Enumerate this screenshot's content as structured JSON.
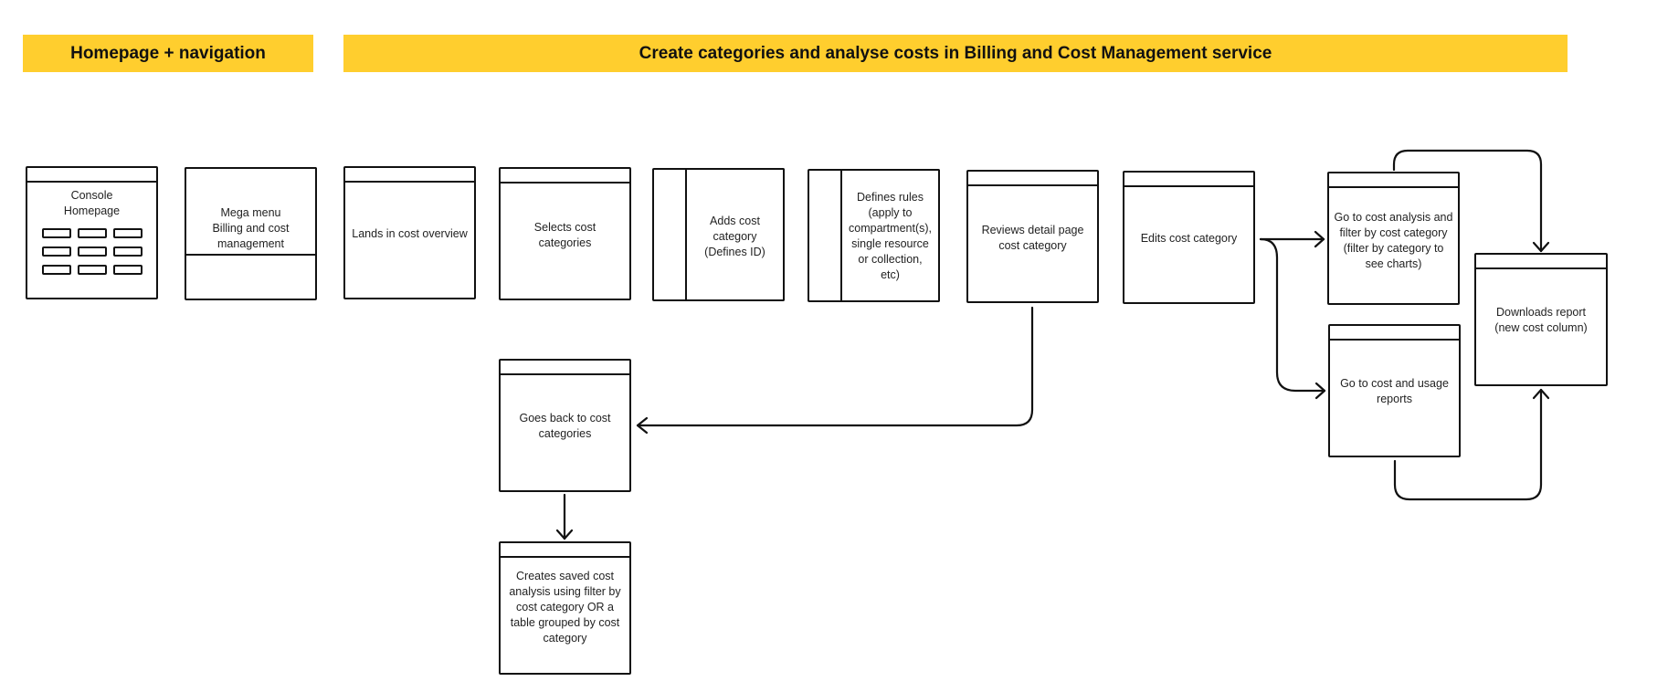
{
  "sections": {
    "homepage_nav": "Homepage + navigation",
    "billing": "Create categories and analyse costs in Billing and Cost Management service"
  },
  "steps": {
    "console_homepage": "Console\nHomepage",
    "mega_menu": "Mega menu\nBilling and cost\nmanagement",
    "lands_cost_overview": "Lands in cost overview",
    "selects_categories": "Selects  cost\ncategories",
    "adds_category": "Adds cost\ncategory\n(Defines ID)",
    "defines_rules": "Defines rules\n(apply to\ncompartment(s),\nsingle resource\nor collection,\netc)",
    "reviews_detail": "Reviews detail page\ncost category",
    "edits_category": "Edits cost category",
    "cost_analysis": "Go to cost analysis and\nfilter by cost category\n(filter by category to\nsee charts)",
    "usage_reports": "Go to cost and usage\nreports",
    "downloads_report": "Downloads report\n(new cost column)",
    "goes_back": "Goes back to cost\ncategories",
    "creates_saved": "Creates saved cost\nanalysis using filter by\ncost category OR a\ntable grouped by cost\ncategory"
  },
  "colors": {
    "banner": "#FFCE2E",
    "stroke": "#111111"
  }
}
